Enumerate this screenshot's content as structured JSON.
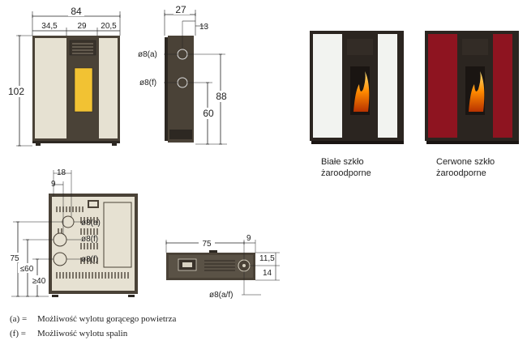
{
  "front_view": {
    "width": "84",
    "left": "34,5",
    "middle": "29",
    "right": "20,5",
    "height": "102"
  },
  "side_view": {
    "depth": "27",
    "offset": "13",
    "port_a": "ø8(a)",
    "port_f": "ø8(f)",
    "height_a": "88",
    "height_f": "60"
  },
  "rear_view": {
    "offset_18": "18",
    "offset_9": "9",
    "port_a": "ø8(a)",
    "port_f1": "ø8(f)",
    "port_f2": "ø8(f)",
    "height_75": "75",
    "height_60": "≤60",
    "height_40": "≥40"
  },
  "top_view": {
    "width_75": "75",
    "width_9": "9",
    "dim_11": "11,5",
    "dim_14": "14",
    "port": "ø8(a/f)"
  },
  "products": [
    {
      "caption": "Białe szkło\nżaroodporne",
      "panel_color": "#f2f3f0"
    },
    {
      "caption": "Cerwone szkło\nżaroodporne",
      "panel_color": "#8e1420"
    }
  ],
  "legend": [
    {
      "key": "(a) =",
      "text": "Możliwość wylotu gorącego powietrza"
    },
    {
      "key": "(f) =",
      "text": "Możliwość wylotu spalin"
    }
  ]
}
